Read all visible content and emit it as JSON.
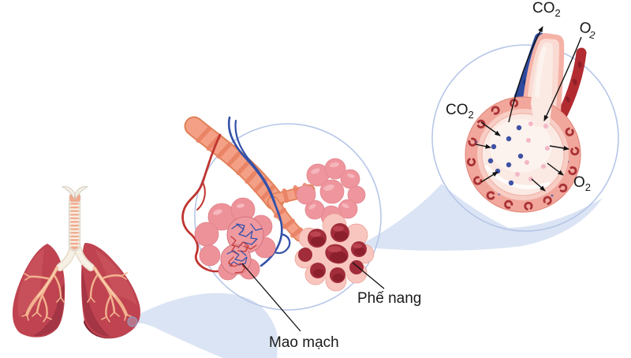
{
  "figure": {
    "labels": {
      "airway_out": {
        "text": "CO",
        "sub": "2"
      },
      "airway_in": {
        "text": "O",
        "sub": "2"
      },
      "blood_to_air": {
        "text": "CO",
        "sub": "2"
      },
      "air_to_blood": {
        "text": "O",
        "sub": "2"
      },
      "alveolus": "Phế nang",
      "capillary": "Mao mạch"
    },
    "colors": {
      "zoom_wedge": "#dbe4f4",
      "zoom_circle_outline": "#b7c6e8",
      "lung_red": "#bf4350",
      "lung_shadow": "#7d2230",
      "bronchiole_salmon": "#f4a086",
      "alveoli_pink": "#ee959d",
      "alveoli_cut_dark": "#a12c3a",
      "capillary_blue": "#3350a8",
      "capillary_red": "#bf3430",
      "vein_blue": "#2e4a9e",
      "artery_red": "#b12b31",
      "sac_band": "#f1a79c",
      "red_blood_cell": "#a93136",
      "lumen": "#fbe9e3",
      "co2_dot": "#3e51a3",
      "o2_dot": "#f3b7c7",
      "arrow": "#111111",
      "text": "#1a1a1a"
    }
  }
}
